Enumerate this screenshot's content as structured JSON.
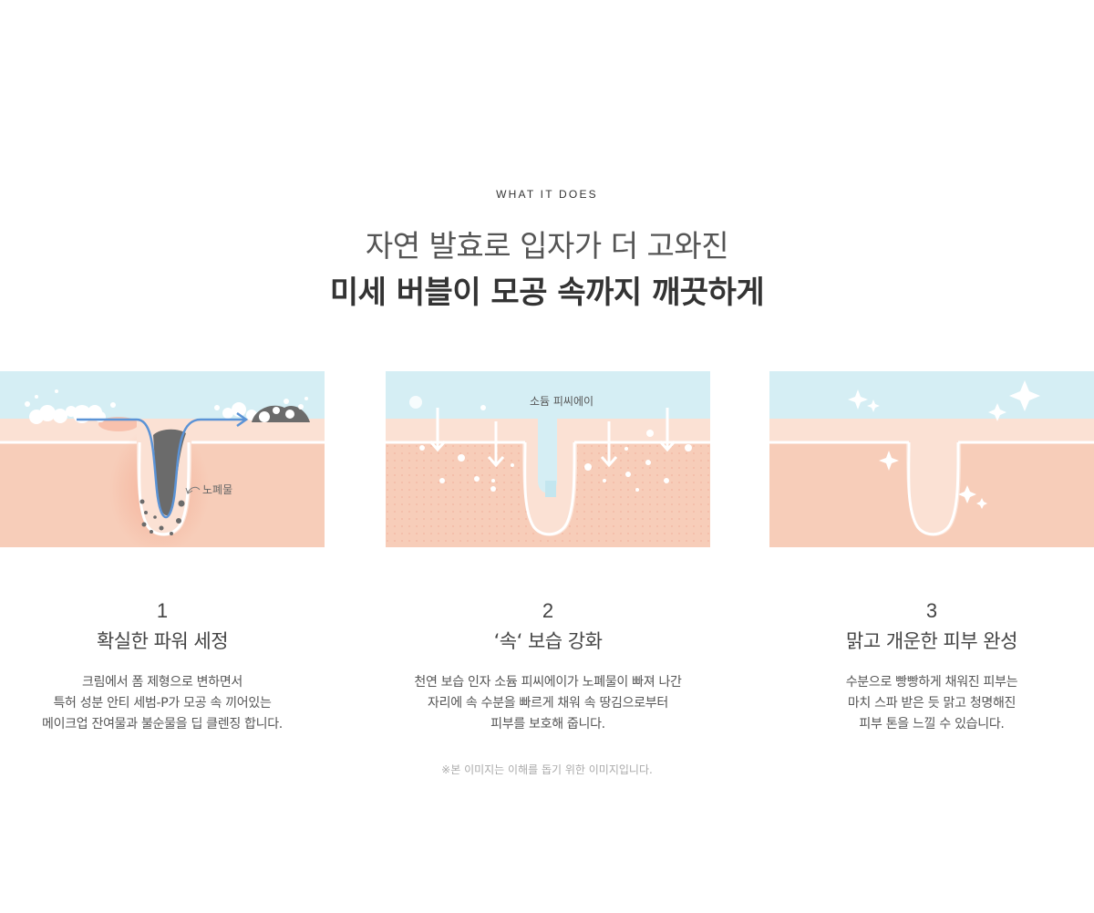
{
  "header": {
    "eyebrow": "WHAT IT DOES",
    "title_line1": "자연 발효로 입자가 더 고와진",
    "title_line2": "미세 버블이 모공 속까지 깨끗하게"
  },
  "cards": [
    {
      "number": "1",
      "title": "확실한 파워 세정",
      "image_label": "노폐물",
      "description": [
        "크림에서 폼 제형으로 변하면서",
        "특허 성분 안티 세범-P가 모공 속 끼어있는",
        "메이크업 잔여물과 불순물을 딥 클렌징 합니다."
      ]
    },
    {
      "number": "2",
      "title": "‘속‘ 보습 강화",
      "image_label": "소듐 피씨에이",
      "description": [
        "천연 보습 인자 소듐 피씨에이가 노폐물이 빠져 나간",
        "자리에 속 수분을 빠르게 채워 속 땅김으로부터",
        "피부를 보호해 줍니다."
      ]
    },
    {
      "number": "3",
      "title": "맑고 개운한 피부 완성",
      "description": [
        "수분으로 빵빵하게 채워진 피부는",
        "마치 스파 받은 듯 맑고 청명해진",
        "피부 톤을 느낄 수 있습니다."
      ]
    }
  ],
  "note": "※본 이미지는 이해를 돕기 위한 이미지입니다.",
  "colors": {
    "sky": "#d5eef4",
    "skin": "#f7cdb9",
    "skin_top": "#fbe1d4",
    "arrow": "#5b93d6",
    "dirt": "#6b6b6b"
  }
}
